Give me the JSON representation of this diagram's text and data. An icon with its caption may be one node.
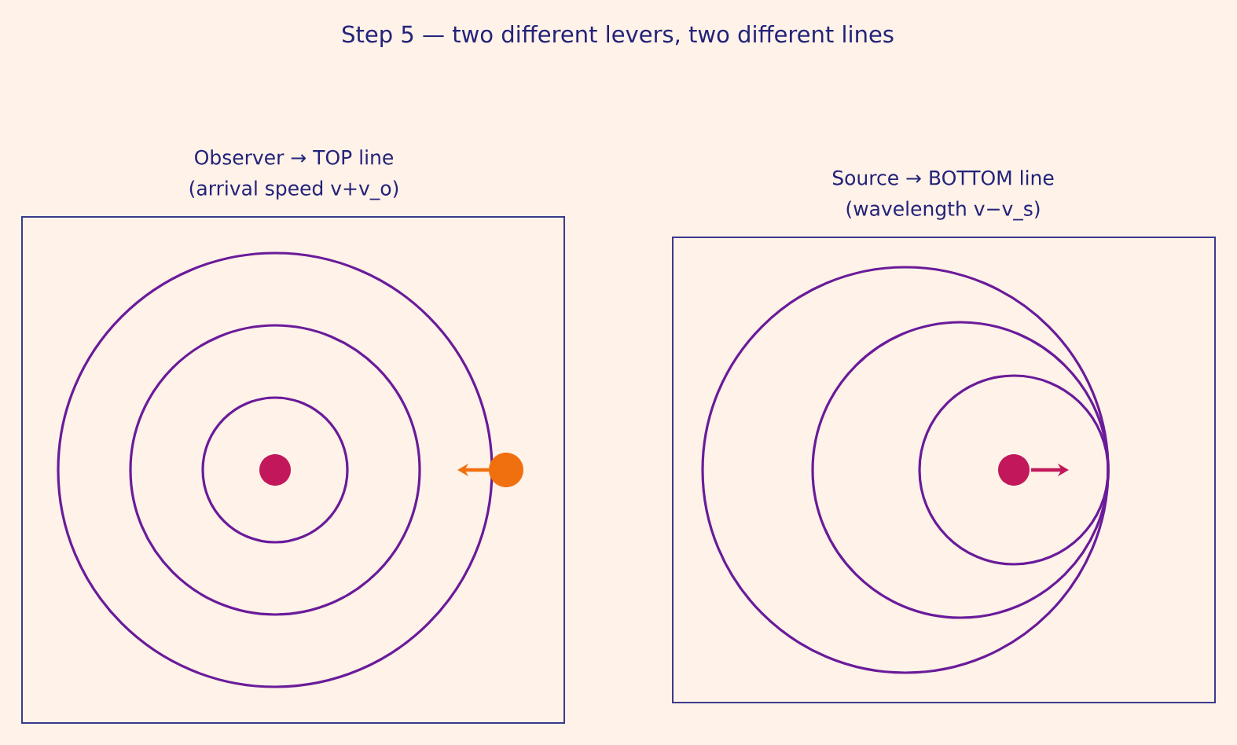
{
  "diagram": {
    "title": "Step 5 — two different levers, two different lines",
    "nodes": [
      {
        "text": [
          "Observer → TOP line",
          "(arrival speed v+v_o)"
        ]
      },
      {
        "text": [
          "Source → BOTTOM line",
          "(wavelength v−v_s)"
        ]
      }
    ]
  }
}
